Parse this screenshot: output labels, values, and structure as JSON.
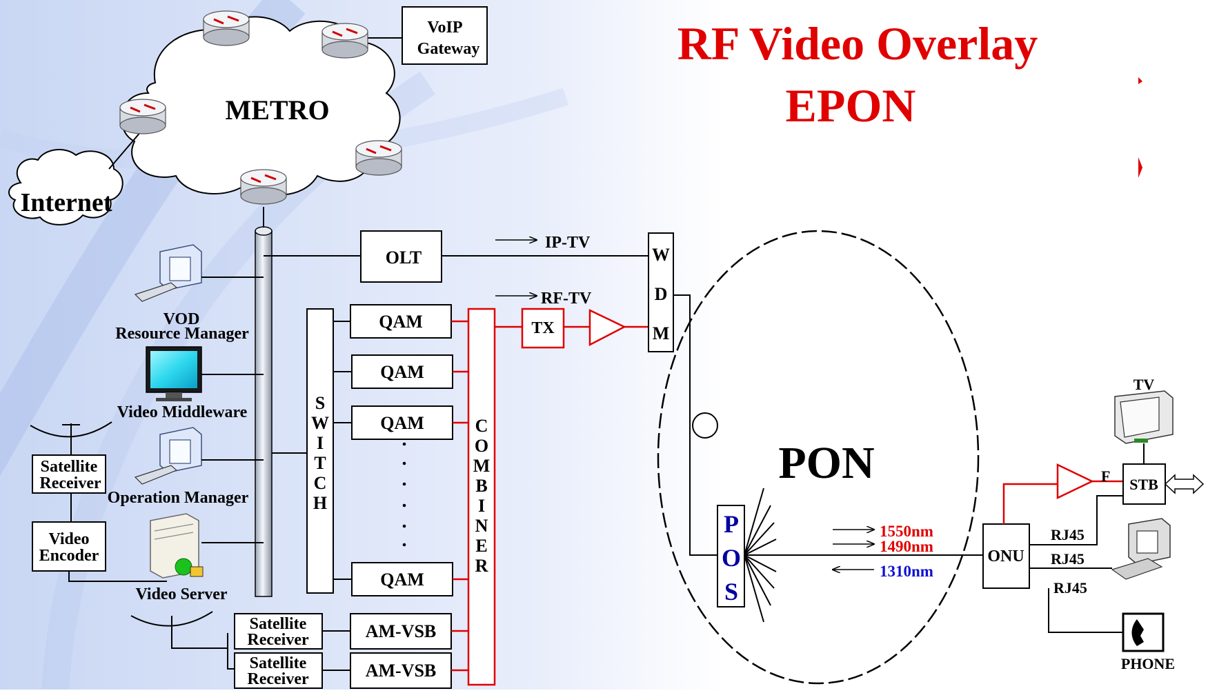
{
  "title": {
    "line1": "RF Video Overlay",
    "line2": "EPON"
  },
  "colors": {
    "title": "#e00000",
    "rf": "#e00000",
    "upstream": "#1010d0",
    "pos": "#0000a0",
    "line": "#000000"
  },
  "labels": {
    "metro": "METRO",
    "internet": "Internet",
    "voip_line1": "VoIP",
    "voip_line2": "Gateway",
    "olt": "OLT",
    "iptv": "IP-TV",
    "rftv": "RF-TV",
    "tx": "TX",
    "wdm": [
      "W",
      "D",
      "M"
    ],
    "qam": "QAM",
    "amvsb": "AM-VSB",
    "switch": [
      "S",
      "W",
      "I",
      "T",
      "C",
      "H"
    ],
    "combiner": [
      "C",
      "O",
      "M",
      "B",
      "I",
      "N",
      "E",
      "R"
    ],
    "vod_line1": "VOD",
    "vod_line2": "Resource Manager",
    "middleware": "Video Middleware",
    "opmgr": "Operation Manager",
    "videoserver": "Video Server",
    "satrx_line1": "Satellite",
    "satrx_line2": "Receiver",
    "encoder_line1": "Video",
    "encoder_line2": "Encoder",
    "pon": "PON",
    "pos": [
      "P",
      "O",
      "S"
    ],
    "wl_1550": "1550nm",
    "wl_1490": "1490nm",
    "wl_1310": "1310nm",
    "onu": "ONU",
    "rj45": "RJ45",
    "f": "F",
    "stb": "STB",
    "tv": "TV",
    "phone": "PHONE"
  }
}
